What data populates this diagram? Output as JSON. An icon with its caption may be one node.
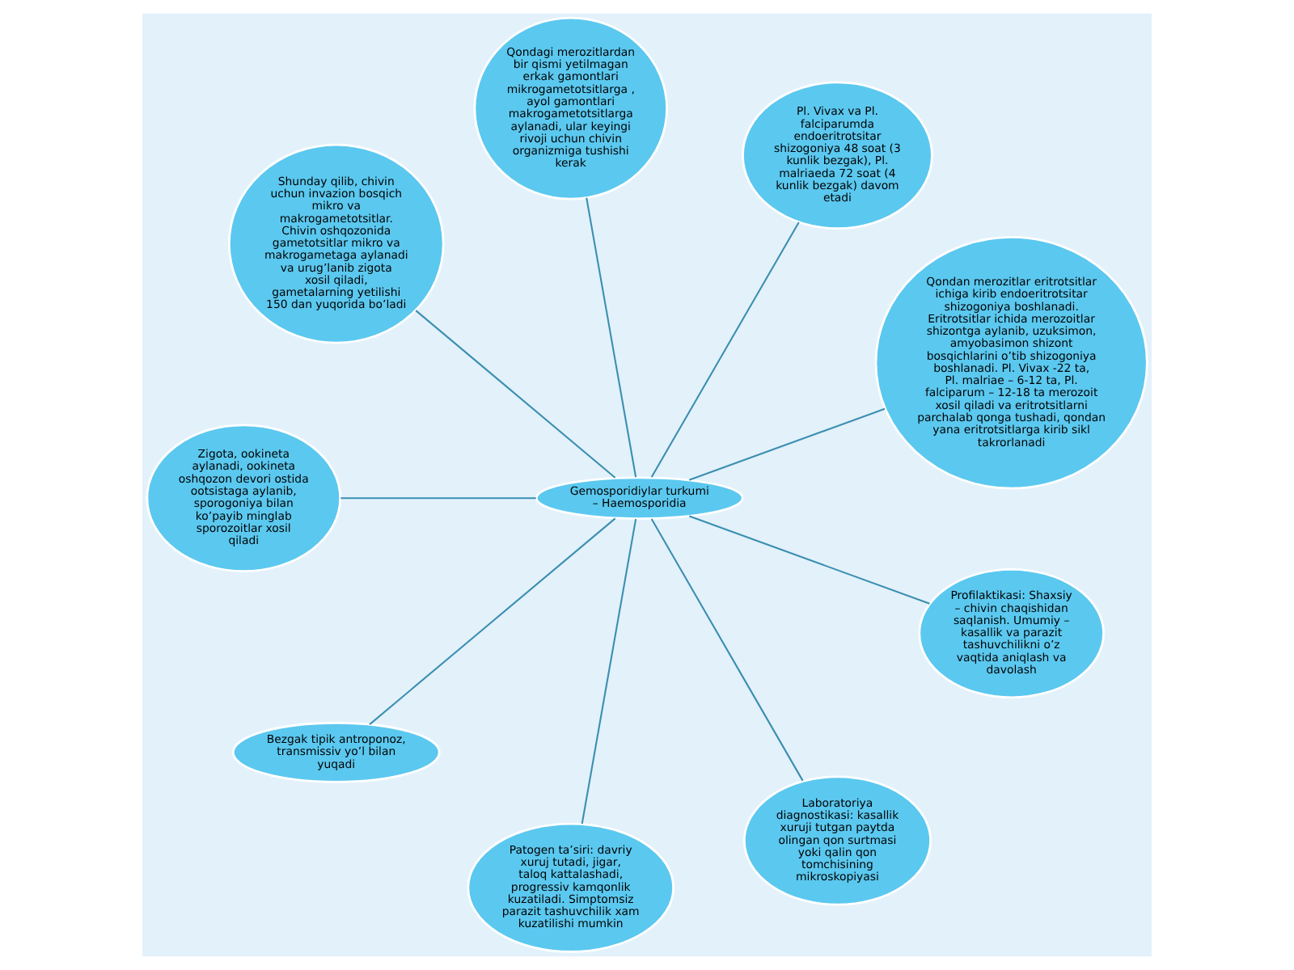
{
  "diagram": {
    "nodes": [
      {
        "text": [
          "Gemosporidiylar turkumi – Haemosporidia"
        ]
      },
      {
        "text": [
          "Qondan merozitlar eritrotsitlar ichiga kirib endoeritrotsitar shizogoniya boshlanadi. Eritrotsitlar ichida merozoitlar shizontga aylanib, uzuksimon, amyobasimon shizont bosqichlarini o’tib shizogoniya boshlanadi. Pl. Vivax -22 ta, Pl. malriae – 6-12 ta, Pl. falciparum – 12-18 ta merozoit xosil qiladi va eritrotsitlarni parchalab qonga tushadi, qondan yana eritrotsitlarga kirib sikl takrorlanadi"
        ]
      },
      {
        "text": [
          "Pl. Vivax va Pl. falciparumda endoeritrotsitar shizogoniya 48 soat (3 kunlik bezgak), Pl. malriaeda 72 soat (4 kunlik bezgak) davom etadi"
        ]
      },
      {
        "text": [
          "Qondagi merozitlardan bir qismi yetilmagan erkak gamontlari mikrogametotsitlarga , ayol gamontlari makrogametotsitlarga aylanadi, ular keyingi rivoji uchun chivin organizmiga tushishi kerak"
        ]
      },
      {
        "text": [
          "Shunday qilib, chivin uchun invazion bosqich mikro va makrogametotsitlar. Chivin oshqozonida gametotsitlar mikro va makrogametaga aylanadi va urug’lanib zigota xosil qiladi, gametalarning yetilishi 150 dan yuqorida bo’ladi"
        ]
      },
      {
        "text": [
          "Zigota, ookineta aylanadi, ookineta oshqozon devori ostida ootsistaga aylanib, sporogoniya bilan ko’payib minglab sporozoitlar xosil qiladi"
        ]
      },
      {
        "text": [
          "Bezgak tipik antroponoz, transmissiv yo’l bilan yuqadi"
        ]
      },
      {
        "text": [
          "Patogen ta’siri: davriy xuruj tutadi, jigar, taloq kattalashadi, progressiv kamqonlik kuzatiladi. Simptomsiz parazit tashuvchilik xam kuzatilishi mumkin"
        ]
      },
      {
        "text": [
          "Laboratoriya diagnostikasi: kasallik xuruji tutgan paytda olingan qon surtmasi yoki qalin qon tomchisining mikroskopiyasi"
        ]
      },
      {
        "text": [
          "Profilaktikasi: Shaxsiy – chivin chaqishidan saqlanish. Umumiy – kasallik va parazit tashuvchilikni o’z vaqtida aniqlash va davolash"
        ]
      }
    ],
    "edges": [
      {
        "from": 0,
        "to": 1,
        "arrow": "none"
      },
      {
        "from": 0,
        "to": 2,
        "arrow": "none"
      },
      {
        "from": 0,
        "to": 3,
        "arrow": "none"
      },
      {
        "from": 0,
        "to": 4,
        "arrow": "none"
      },
      {
        "from": 0,
        "to": 5,
        "arrow": "none"
      },
      {
        "from": 0,
        "to": 6,
        "arrow": "none"
      },
      {
        "from": 0,
        "to": 7,
        "arrow": "none"
      },
      {
        "from": 0,
        "to": 8,
        "arrow": "none"
      },
      {
        "from": 0,
        "to": 9,
        "arrow": "none"
      }
    ]
  }
}
